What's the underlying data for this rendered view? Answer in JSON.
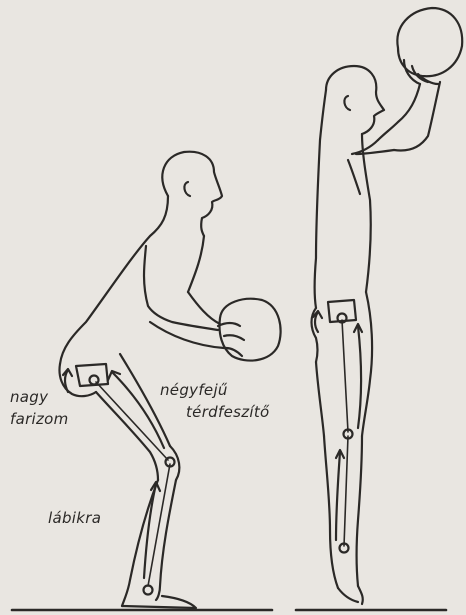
{
  "labels": {
    "gluteus_line1": "nagy",
    "gluteus_line2": "farizom",
    "quadriceps_line1": "négyfejű",
    "quadriceps_line2": "térdfeszítő",
    "calf": "lábikra"
  },
  "colors": {
    "paper": "#e9e6e1",
    "ink": "#2b2927"
  }
}
